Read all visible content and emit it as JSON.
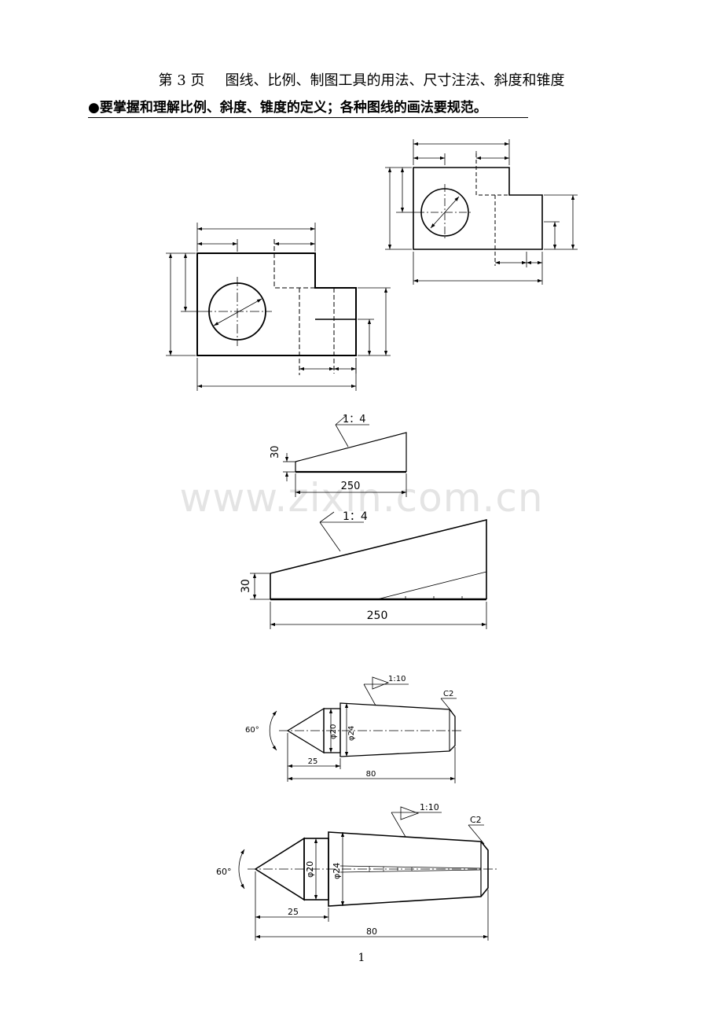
{
  "header": {
    "page_label": "第 3 页",
    "title": "图线、比例、制图工具的用法、尺寸注法、斜度和锥度"
  },
  "requirement": {
    "bullet": "●",
    "text": "要掌握和理解比例、斜度、锥度的定义；各种图线的画法要规范。"
  },
  "watermark": "www.zixin.com.cn",
  "slope_drawings": {
    "slope_ratio": "1：4",
    "height": "30",
    "length": "250"
  },
  "taper_drawings": {
    "taper_ratio": "1:10",
    "chamfer": "C2",
    "angle": "60°",
    "small_diameter": "φ20",
    "large_diameter": "φ24",
    "short_length": "25",
    "total_length": "80"
  },
  "footer": {
    "page_number": "1"
  }
}
